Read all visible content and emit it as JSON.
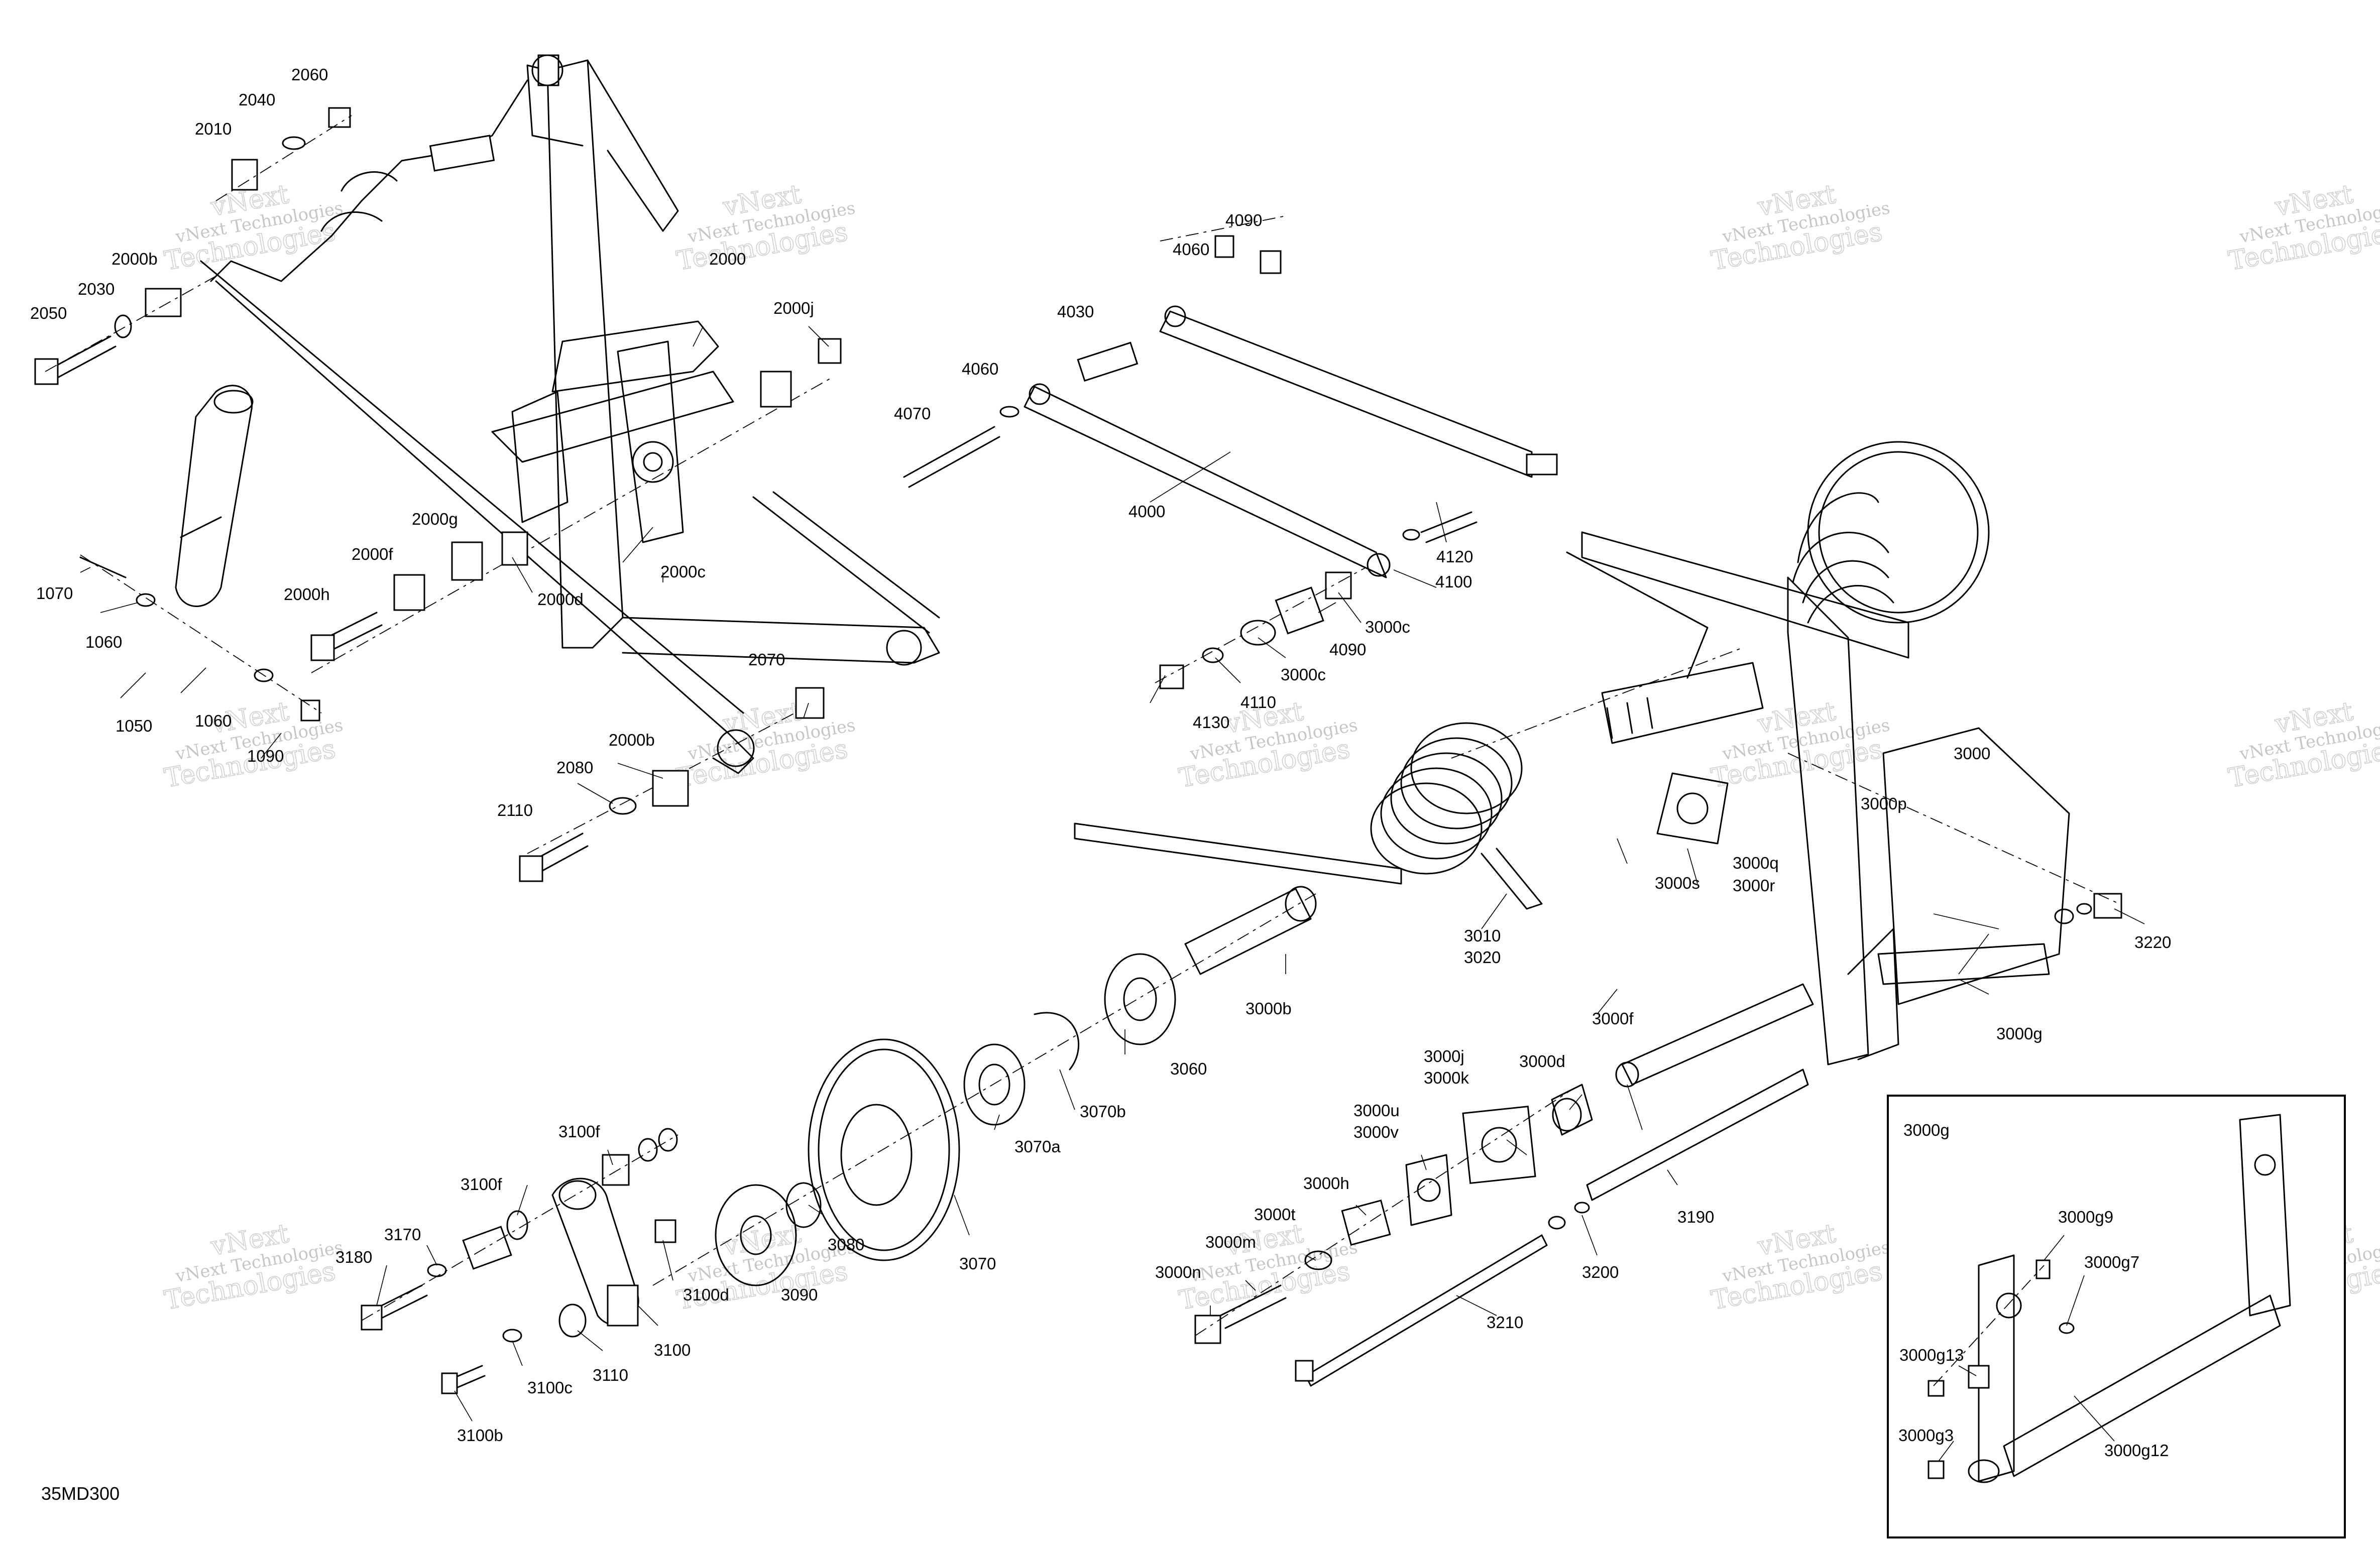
{
  "diagram": {
    "code": "35MD300",
    "watermark_short": "vNext Technologies",
    "watermark_line1": "vNext",
    "watermark_line2": "Technologies",
    "inset_title": "3000g",
    "labels": [
      {
        "id": "2060",
        "text": "2060"
      },
      {
        "id": "2040",
        "text": "2040"
      },
      {
        "id": "2010",
        "text": "2010"
      },
      {
        "id": "2000b_a",
        "text": "2000b"
      },
      {
        "id": "2030",
        "text": "2030"
      },
      {
        "id": "2050",
        "text": "2050"
      },
      {
        "id": "2000",
        "text": "2000"
      },
      {
        "id": "2000j",
        "text": "2000j"
      },
      {
        "id": "2000g",
        "text": "2000g"
      },
      {
        "id": "2000f",
        "text": "2000f"
      },
      {
        "id": "2000c",
        "text": "2000c"
      },
      {
        "id": "2000d",
        "text": "2000d"
      },
      {
        "id": "2000h",
        "text": "2000h"
      },
      {
        "id": "1070",
        "text": "1070"
      },
      {
        "id": "1060_a",
        "text": "1060"
      },
      {
        "id": "1060_b",
        "text": "1060"
      },
      {
        "id": "1050",
        "text": "1050"
      },
      {
        "id": "1090",
        "text": "1090"
      },
      {
        "id": "2070",
        "text": "2070"
      },
      {
        "id": "2000b_b",
        "text": "2000b"
      },
      {
        "id": "2080",
        "text": "2080"
      },
      {
        "id": "2110",
        "text": "2110"
      },
      {
        "id": "4090_a",
        "text": "4090"
      },
      {
        "id": "4060_a",
        "text": "4060"
      },
      {
        "id": "4030",
        "text": "4030"
      },
      {
        "id": "4060_b",
        "text": "4060"
      },
      {
        "id": "4070",
        "text": "4070"
      },
      {
        "id": "4000",
        "text": "4000"
      },
      {
        "id": "4120",
        "text": "4120"
      },
      {
        "id": "4100",
        "text": "4100"
      },
      {
        "id": "3000c_a",
        "text": "3000c"
      },
      {
        "id": "4090_b",
        "text": "4090"
      },
      {
        "id": "3000c_b",
        "text": "3000c"
      },
      {
        "id": "4110",
        "text": "4110"
      },
      {
        "id": "4130",
        "text": "4130"
      },
      {
        "id": "3000",
        "text": "3000"
      },
      {
        "id": "3000p",
        "text": "3000p"
      },
      {
        "id": "3000q",
        "text": "3000q"
      },
      {
        "id": "3000r",
        "text": "3000r"
      },
      {
        "id": "3000s",
        "text": "3000s"
      },
      {
        "id": "3010",
        "text": "3010"
      },
      {
        "id": "3020",
        "text": "3020"
      },
      {
        "id": "3220",
        "text": "3220"
      },
      {
        "id": "3000b",
        "text": "3000b"
      },
      {
        "id": "3000f",
        "text": "3000f"
      },
      {
        "id": "3000g_main",
        "text": "3000g"
      },
      {
        "id": "3060",
        "text": "3060"
      },
      {
        "id": "3070b",
        "text": "3070b"
      },
      {
        "id": "3070a",
        "text": "3070a"
      },
      {
        "id": "3000j",
        "text": "3000j"
      },
      {
        "id": "3000k",
        "text": "3000k"
      },
      {
        "id": "3000d",
        "text": "3000d"
      },
      {
        "id": "3000u",
        "text": "3000u"
      },
      {
        "id": "3000v",
        "text": "3000v"
      },
      {
        "id": "3000h",
        "text": "3000h"
      },
      {
        "id": "3000t",
        "text": "3000t"
      },
      {
        "id": "3000m",
        "text": "3000m"
      },
      {
        "id": "3000n",
        "text": "3000n"
      },
      {
        "id": "3190",
        "text": "3190"
      },
      {
        "id": "3200",
        "text": "3200"
      },
      {
        "id": "3210",
        "text": "3210"
      },
      {
        "id": "3080",
        "text": "3080"
      },
      {
        "id": "3070",
        "text": "3070"
      },
      {
        "id": "3090",
        "text": "3090"
      },
      {
        "id": "3100f_a",
        "text": "3100f"
      },
      {
        "id": "3100f_b",
        "text": "3100f"
      },
      {
        "id": "3170",
        "text": "3170"
      },
      {
        "id": "3180",
        "text": "3180"
      },
      {
        "id": "3100d",
        "text": "3100d"
      },
      {
        "id": "3100",
        "text": "3100"
      },
      {
        "id": "3110",
        "text": "3110"
      },
      {
        "id": "3100c",
        "text": "3100c"
      },
      {
        "id": "3100b",
        "text": "3100b"
      },
      {
        "id": "3000g9",
        "text": "3000g9"
      },
      {
        "id": "3000g7",
        "text": "3000g7"
      },
      {
        "id": "3000g13",
        "text": "3000g13"
      },
      {
        "id": "3000g3",
        "text": "3000g3"
      },
      {
        "id": "3000g12",
        "text": "3000g12"
      }
    ]
  }
}
